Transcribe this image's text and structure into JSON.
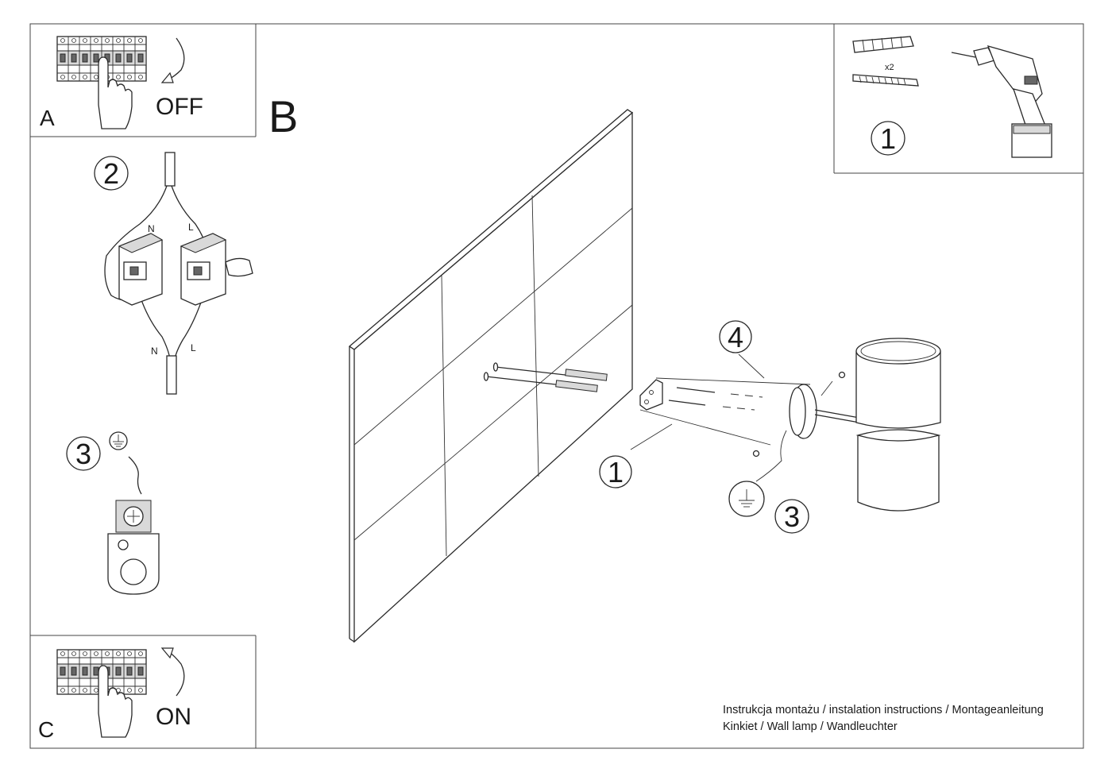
{
  "panels": {
    "a": {
      "letter": "A",
      "state": "OFF"
    },
    "b": {
      "letter": "B"
    },
    "c": {
      "letter": "C",
      "state": "ON"
    }
  },
  "wiring": {
    "step": "2",
    "top_left": "N",
    "top_right": "L",
    "bottom_left": "N",
    "bottom_right": "L"
  },
  "ground": {
    "step": "3"
  },
  "kit": {
    "step": "1",
    "quantity": "x2"
  },
  "assembly": {
    "step_mount": "1",
    "step_ground": "3",
    "step_screws": "4"
  },
  "footer": {
    "line1": "Instrukcja montażu / instalation instructions / Montageanleitung",
    "line2": "Kinkiet / Wall lamp / Wandleuchter"
  }
}
